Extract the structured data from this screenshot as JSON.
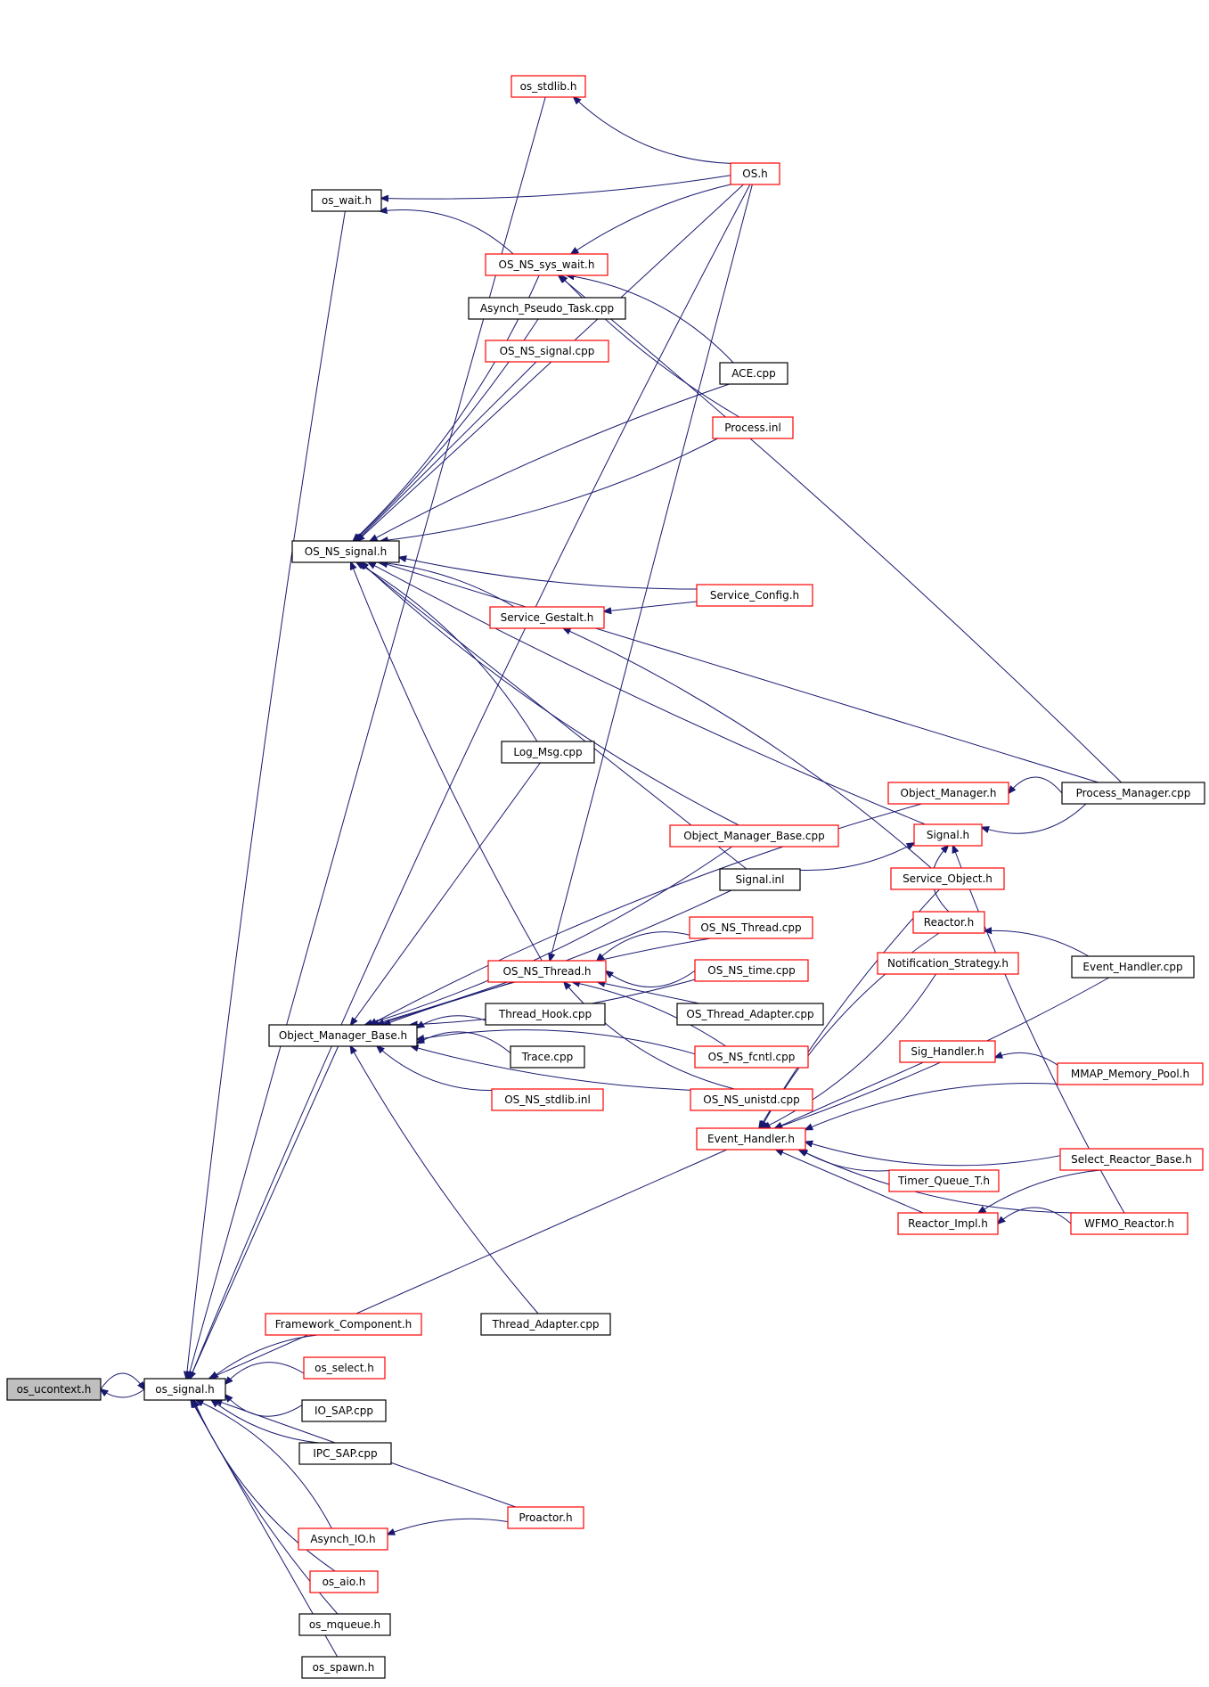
{
  "graph": {
    "edge_color": "#191970",
    "root_fill": "#bfbfbf",
    "nodes": [
      {
        "id": "os_ucontext",
        "label": "os_ucontext.h",
        "style": "root"
      },
      {
        "id": "os_signal",
        "label": "os_signal.h",
        "style": "black"
      },
      {
        "id": "os_stdlib",
        "label": "os_stdlib.h",
        "style": "red"
      },
      {
        "id": "os_wait",
        "label": "os_wait.h",
        "style": "black"
      },
      {
        "id": "OS",
        "label": "OS.h",
        "style": "red"
      },
      {
        "id": "OS_NS_sys_wait",
        "label": "OS_NS_sys_wait.h",
        "style": "red"
      },
      {
        "id": "Asynch_Pseudo_Task",
        "label": "Asynch_Pseudo_Task.cpp",
        "style": "black"
      },
      {
        "id": "OS_NS_signal_cpp",
        "label": "OS_NS_signal.cpp",
        "style": "red"
      },
      {
        "id": "ACE_cpp",
        "label": "ACE.cpp",
        "style": "black"
      },
      {
        "id": "Process_inl",
        "label": "Process.inl",
        "style": "red"
      },
      {
        "id": "OS_NS_signal_h",
        "label": "OS_NS_signal.h",
        "style": "black"
      },
      {
        "id": "Service_Config",
        "label": "Service_Config.h",
        "style": "red"
      },
      {
        "id": "Service_Gestalt",
        "label": "Service_Gestalt.h",
        "style": "red"
      },
      {
        "id": "Log_Msg",
        "label": "Log_Msg.cpp",
        "style": "black"
      },
      {
        "id": "Object_Manager_h",
        "label": "Object_Manager.h",
        "style": "red"
      },
      {
        "id": "Process_Manager",
        "label": "Process_Manager.cpp",
        "style": "black"
      },
      {
        "id": "Object_Manager_Base_cpp",
        "label": "Object_Manager_Base.cpp",
        "style": "red"
      },
      {
        "id": "Signal_h",
        "label": "Signal.h",
        "style": "red"
      },
      {
        "id": "Signal_inl",
        "label": "Signal.inl",
        "style": "black"
      },
      {
        "id": "Service_Object",
        "label": "Service_Object.h",
        "style": "red"
      },
      {
        "id": "Reactor",
        "label": "Reactor.h",
        "style": "red"
      },
      {
        "id": "OS_NS_Thread_cpp",
        "label": "OS_NS_Thread.cpp",
        "style": "red"
      },
      {
        "id": "OS_NS_Thread_h",
        "label": "OS_NS_Thread.h",
        "style": "red"
      },
      {
        "id": "OS_NS_time",
        "label": "OS_NS_time.cpp",
        "style": "red"
      },
      {
        "id": "Notification_Strategy",
        "label": "Notification_Strategy.h",
        "style": "red"
      },
      {
        "id": "Event_Handler_cpp",
        "label": "Event_Handler.cpp",
        "style": "black"
      },
      {
        "id": "Thread_Hook",
        "label": "Thread_Hook.cpp",
        "style": "black"
      },
      {
        "id": "OS_Thread_Adapter",
        "label": "OS_Thread_Adapter.cpp",
        "style": "black"
      },
      {
        "id": "Object_Manager_Base_h",
        "label": "Object_Manager_Base.h",
        "style": "black"
      },
      {
        "id": "Trace",
        "label": "Trace.cpp",
        "style": "black"
      },
      {
        "id": "OS_NS_fcntl",
        "label": "OS_NS_fcntl.cpp",
        "style": "red"
      },
      {
        "id": "Sig_Handler",
        "label": "Sig_Handler.h",
        "style": "red"
      },
      {
        "id": "MMAP_Memory_Pool",
        "label": "MMAP_Memory_Pool.h",
        "style": "red"
      },
      {
        "id": "OS_NS_stdlib_inl",
        "label": "OS_NS_stdlib.inl",
        "style": "red"
      },
      {
        "id": "OS_NS_unistd",
        "label": "OS_NS_unistd.cpp",
        "style": "red"
      },
      {
        "id": "Event_Handler_h",
        "label": "Event_Handler.h",
        "style": "red"
      },
      {
        "id": "Select_Reactor_Base",
        "label": "Select_Reactor_Base.h",
        "style": "red"
      },
      {
        "id": "Timer_Queue_T",
        "label": "Timer_Queue_T.h",
        "style": "red"
      },
      {
        "id": "Reactor_Impl",
        "label": "Reactor_Impl.h",
        "style": "red"
      },
      {
        "id": "WFMO_Reactor",
        "label": "WFMO_Reactor.h",
        "style": "red"
      },
      {
        "id": "Thread_Adapter",
        "label": "Thread_Adapter.cpp",
        "style": "black"
      },
      {
        "id": "Framework_Component",
        "label": "Framework_Component.h",
        "style": "red"
      },
      {
        "id": "os_select",
        "label": "os_select.h",
        "style": "red"
      },
      {
        "id": "IO_SAP",
        "label": "IO_SAP.cpp",
        "style": "black"
      },
      {
        "id": "IPC_SAP",
        "label": "IPC_SAP.cpp",
        "style": "black"
      },
      {
        "id": "Proactor",
        "label": "Proactor.h",
        "style": "red"
      },
      {
        "id": "Asynch_IO",
        "label": "Asynch_IO.h",
        "style": "red"
      },
      {
        "id": "os_aio",
        "label": "os_aio.h",
        "style": "red"
      },
      {
        "id": "os_mqueue",
        "label": "os_mqueue.h",
        "style": "black"
      },
      {
        "id": "os_spawn",
        "label": "os_spawn.h",
        "style": "black"
      }
    ],
    "edges": [
      [
        "os_ucontext",
        "os_signal"
      ],
      [
        "os_signal",
        "os_ucontext"
      ],
      [
        "os_stdlib",
        "os_signal"
      ],
      [
        "os_wait",
        "os_signal"
      ],
      [
        "OS",
        "os_signal"
      ],
      [
        "OS",
        "os_stdlib"
      ],
      [
        "OS",
        "os_wait"
      ],
      [
        "OS",
        "OS_NS_signal_h"
      ],
      [
        "OS",
        "OS_NS_sys_wait"
      ],
      [
        "OS_NS_sys_wait",
        "os_wait"
      ],
      [
        "OS_NS_sys_wait",
        "OS_NS_signal_h"
      ],
      [
        "Asynch_Pseudo_Task",
        "OS_NS_signal_h"
      ],
      [
        "OS_NS_signal_cpp",
        "OS_NS_signal_h"
      ],
      [
        "ACE_cpp",
        "OS_NS_signal_h"
      ],
      [
        "ACE_cpp",
        "OS_NS_sys_wait"
      ],
      [
        "Process_inl",
        "OS_NS_signal_h"
      ],
      [
        "Process_inl",
        "OS_NS_sys_wait"
      ],
      [
        "Process_Manager",
        "OS_NS_signal_h"
      ],
      [
        "Process_Manager",
        "OS_NS_sys_wait"
      ],
      [
        "Process_Manager",
        "Object_Manager_h"
      ],
      [
        "Process_Manager",
        "Signal_h"
      ],
      [
        "Service_Config",
        "OS_NS_signal_h"
      ],
      [
        "Service_Config",
        "Service_Gestalt"
      ],
      [
        "Service_Gestalt",
        "OS_NS_signal_h"
      ],
      [
        "Log_Msg",
        "OS_NS_signal_h"
      ],
      [
        "Object_Manager_Base_cpp",
        "OS_NS_signal_h"
      ],
      [
        "Signal_h",
        "OS_NS_signal_h"
      ],
      [
        "Signal_inl",
        "OS_NS_signal_h"
      ],
      [
        "Signal_inl",
        "Signal_h"
      ],
      [
        "Service_Object",
        "Service_Gestalt"
      ],
      [
        "Reactor",
        "Signal_h"
      ],
      [
        "OS_NS_Thread_h",
        "OS_NS_signal_h"
      ],
      [
        "OS",
        "OS_NS_Thread_h"
      ],
      [
        "Event_Handler_cpp",
        "Reactor"
      ],
      [
        "Object_Manager_h",
        "Object_Manager_Base_h"
      ],
      [
        "Object_Manager_Base_cpp",
        "Object_Manager_Base_h"
      ],
      [
        "Signal_inl",
        "Object_Manager_Base_h"
      ],
      [
        "Log_Msg",
        "Object_Manager_Base_h"
      ],
      [
        "OS_NS_Thread_cpp",
        "Object_Manager_Base_h"
      ],
      [
        "OS_NS_Thread_cpp",
        "OS_NS_Thread_h"
      ],
      [
        "OS_NS_time",
        "OS_NS_Thread_h"
      ],
      [
        "OS_NS_time",
        "Object_Manager_Base_h"
      ],
      [
        "OS_Thread_Adapter",
        "OS_NS_Thread_h"
      ],
      [
        "OS_NS_fcntl",
        "OS_NS_Thread_h"
      ],
      [
        "OS_NS_fcntl",
        "Object_Manager_Base_h"
      ],
      [
        "OS_NS_unistd",
        "OS_NS_Thread_h"
      ],
      [
        "OS_NS_unistd",
        "Object_Manager_Base_h"
      ],
      [
        "OS_NS_Thread_h",
        "Object_Manager_Base_h"
      ],
      [
        "Thread_Hook",
        "Object_Manager_Base_h"
      ],
      [
        "Trace",
        "Object_Manager_Base_h"
      ],
      [
        "OS_NS_stdlib_inl",
        "Object_Manager_Base_h"
      ],
      [
        "Thread_Adapter",
        "Object_Manager_Base_h"
      ],
      [
        "Object_Manager_Base_h",
        "os_signal"
      ],
      [
        "Service_Object",
        "Event_Handler_h"
      ],
      [
        "Reactor",
        "Event_Handler_h"
      ],
      [
        "Notification_Strategy",
        "Event_Handler_h"
      ],
      [
        "Event_Handler_cpp",
        "Event_Handler_h"
      ],
      [
        "Sig_Handler",
        "Event_Handler_h"
      ],
      [
        "MMAP_Memory_Pool",
        "Sig_Handler"
      ],
      [
        "MMAP_Memory_Pool",
        "Event_Handler_h"
      ],
      [
        "Select_Reactor_Base",
        "Event_Handler_h"
      ],
      [
        "Timer_Queue_T",
        "Event_Handler_h"
      ],
      [
        "Reactor_Impl",
        "Event_Handler_h"
      ],
      [
        "Select_Reactor_Base",
        "Reactor_Impl"
      ],
      [
        "WFMO_Reactor",
        "Reactor_Impl"
      ],
      [
        "WFMO_Reactor",
        "Event_Handler_h"
      ],
      [
        "WFMO_Reactor",
        "Signal_h"
      ],
      [
        "Event_Handler_h",
        "os_signal"
      ],
      [
        "Framework_Component",
        "os_signal"
      ],
      [
        "os_select",
        "os_signal"
      ],
      [
        "IO_SAP",
        "os_signal"
      ],
      [
        "IPC_SAP",
        "os_signal"
      ],
      [
        "Proactor",
        "os_signal"
      ],
      [
        "Proactor",
        "Asynch_IO"
      ],
      [
        "Asynch_IO",
        "os_signal"
      ],
      [
        "os_aio",
        "os_signal"
      ],
      [
        "os_mqueue",
        "os_signal"
      ],
      [
        "os_spawn",
        "os_signal"
      ]
    ]
  }
}
